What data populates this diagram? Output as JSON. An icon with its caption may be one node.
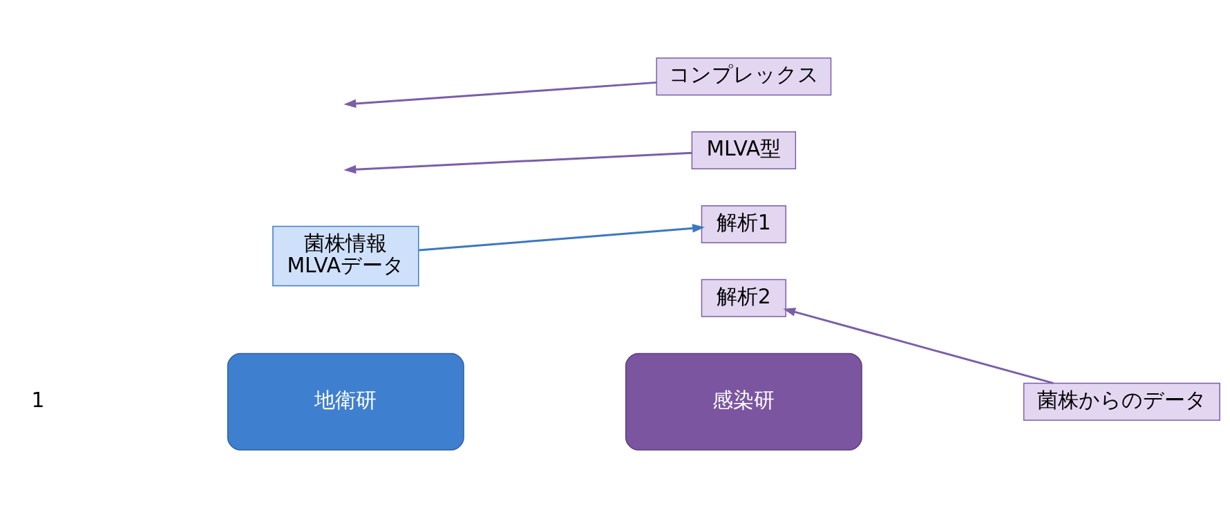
{
  "diagram": {
    "nodes": [
      {
        "text": [
          "地衛研"
        ]
      },
      {
        "text": [
          "感染研"
        ]
      },
      {
        "text": [
          "菌株情報",
          "MLVAデータ"
        ]
      },
      {
        "text": [
          "解析1"
        ]
      },
      {
        "text": [
          "MLVA型"
        ]
      },
      {
        "text": [
          "解析2"
        ]
      },
      {
        "text": [
          "菌株からのデータ"
        ]
      },
      {
        "text": [
          "コンプレックス"
        ]
      }
    ],
    "edges": [
      {
        "from": 2,
        "to": 3,
        "arrow": "to",
        "color": "#3c78c0"
      },
      {
        "from": 4,
        "to": null,
        "arrow": "to"
      },
      {
        "from": 6,
        "to": 5,
        "arrow": "to"
      },
      {
        "from": 7,
        "to": null,
        "arrow": "to"
      }
    ],
    "labels": [
      "1"
    ]
  }
}
